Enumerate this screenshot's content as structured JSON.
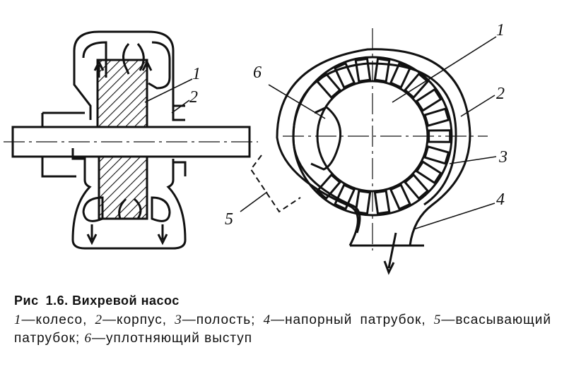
{
  "callouts": {
    "left_1": "1",
    "left_2": "2",
    "right_1": "1",
    "right_2": "2",
    "right_3": "3",
    "right_4": "4",
    "right_5": "5",
    "right_6": "6"
  },
  "caption": {
    "prefix": "Рис",
    "number": "1.6.",
    "title": "Вихревой насос",
    "legend": [
      {
        "n": "1",
        "text": "—колесо,"
      },
      {
        "n": "2",
        "text": "—корпус,"
      },
      {
        "n": "3",
        "text": "—полость;"
      },
      {
        "n": "4",
        "text": "—напорный патрубок,"
      },
      {
        "n": "5",
        "text": "—всасывающий патрубок;"
      },
      {
        "n": "6",
        "text": "—уплотняющий выступ"
      }
    ]
  }
}
